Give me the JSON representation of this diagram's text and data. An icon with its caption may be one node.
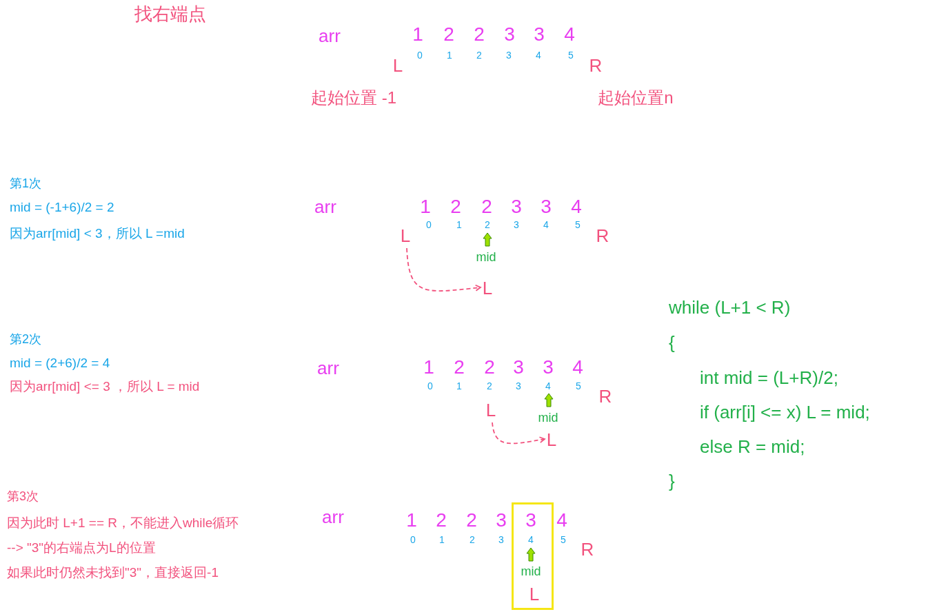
{
  "diagram": {
    "title": "找右端点",
    "nodes": [
      {
        "text": [
          "L"
        ]
      },
      {
        "text": [
          "L"
        ]
      },
      {
        "text": [
          "L"
        ]
      },
      {
        "text": [
          "L"
        ]
      },
      {
        "text": [
          "3",
          "4",
          "mid",
          "L"
        ]
      }
    ],
    "edges": [
      {
        "from": 0,
        "to": 1,
        "arrow": "to",
        "style": "dashed"
      },
      {
        "from": 2,
        "to": 3,
        "arrow": "to",
        "style": "dashed"
      }
    ],
    "labels": [
      "arr",
      "1",
      "2",
      "2",
      "3",
      "3",
      "4",
      "0",
      "1",
      "2",
      "3",
      "4",
      "5",
      "L",
      "R",
      "起始位置 -1",
      "起始位置n",
      "第1次",
      "mid = (-1+6)/2 = 2",
      "因为arr[mid] < 3，所以 L =mid",
      "arr",
      "1",
      "2",
      "2",
      "3",
      "3",
      "4",
      "0",
      "1",
      "2",
      "3",
      "4",
      "5",
      "R",
      "mid",
      "第2次",
      "mid = (2+6)/2 = 4",
      "因为arr[mid] <= 3 ，所以 L = mid",
      "arr",
      "1",
      "2",
      "2",
      "3",
      "3",
      "4",
      "0",
      "1",
      "2",
      "3",
      "4",
      "5",
      "R",
      "mid",
      "while (L+1 < R)",
      "{",
      "int mid = (L+R)/2;",
      "if (arr[i] <= x)   L = mid;",
      "else  R = mid;",
      "}",
      "第3次",
      "因为此时 L+1 == R，不能进入while循环",
      "--> \"3\"的右端点为L的位置",
      "如果此时仍然未找到\"3\"，直接返回-1",
      "arr",
      "1",
      "2",
      "2",
      "3",
      "4",
      "0",
      "1",
      "2",
      "3",
      "5",
      "R"
    ]
  }
}
